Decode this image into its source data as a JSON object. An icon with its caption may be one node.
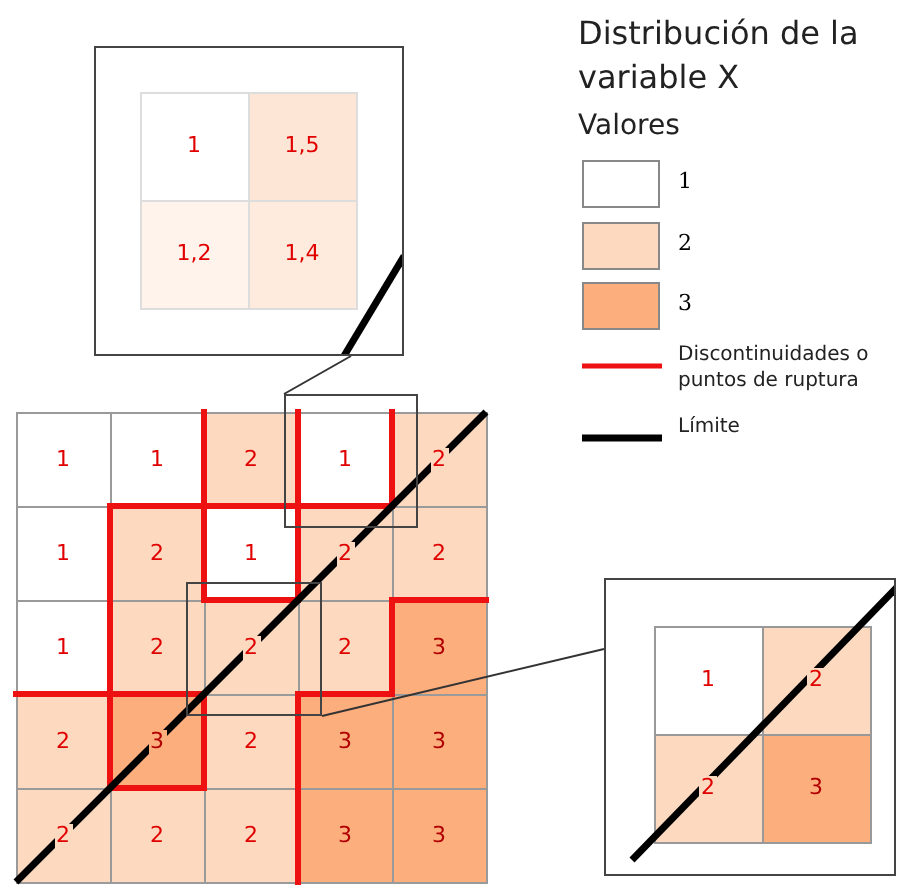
{
  "diagram": {
    "title": "Distribución de la variable X",
    "nodes": [
      {
        "text": [],
        "shape": "box"
      },
      {
        "text": [],
        "shape": "box"
      },
      {
        "text": [],
        "shape": "box"
      },
      {
        "text": [],
        "shape": "box"
      }
    ],
    "edges": [
      {
        "from": 1,
        "to": 0,
        "arrow": "none"
      },
      {
        "from": 2,
        "to": 3,
        "arrow": "none"
      }
    ],
    "labels": [
      "1",
      "1",
      "2",
      "1",
      "2",
      "1",
      "2",
      "1",
      "2",
      "2",
      "1",
      "2",
      "2",
      "2",
      "3",
      "2",
      "3",
      "2",
      "3",
      "3",
      "2",
      "2",
      "2",
      "3",
      "3",
      "1",
      "1,5",
      "1,2",
      "1,4",
      "1",
      "2",
      "2",
      "3",
      "Valores"
    ],
    "legend": [
      {
        "text": "1",
        "color": "#ffffff"
      },
      {
        "text": "2",
        "color": "#fdd9bf"
      },
      {
        "text": "3",
        "color": "#fcae7d"
      },
      {
        "text": "Discontinuidades o puntos de ruptura"
      },
      {
        "text": "Límite"
      }
    ]
  }
}
